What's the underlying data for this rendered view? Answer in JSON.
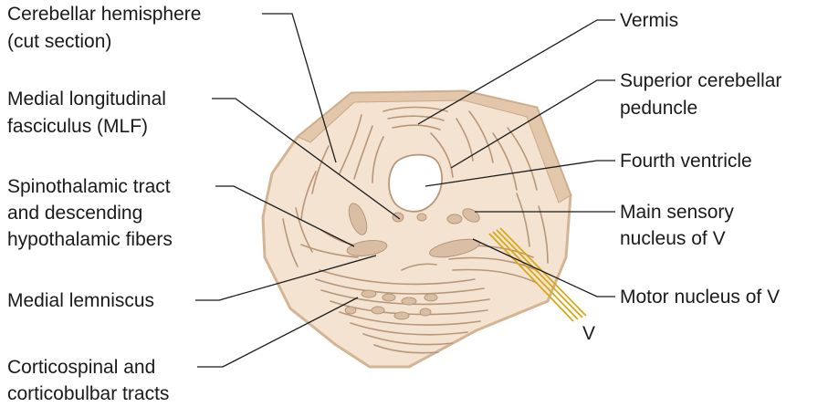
{
  "labels": {
    "cerebellar_hemisphere": [
      "Cerebellar hemisphere",
      "(cut section)"
    ],
    "mlf": [
      "Medial longitudinal",
      "fasciculus (MLF)"
    ],
    "spinothalamic": [
      "Spinothalamic tract",
      "and descending",
      "hypothalamic fibers"
    ],
    "medial_lemniscus": [
      "Medial lemniscus"
    ],
    "corticospinal": [
      "Corticospinal and",
      "corticobulbar tracts"
    ],
    "vermis": [
      "Vermis"
    ],
    "superior_peduncle": [
      "Superior cerebellar",
      "peduncle"
    ],
    "fourth_ventricle": [
      "Fourth ventricle"
    ],
    "main_sensory": [
      "Main sensory",
      "nucleus of V"
    ],
    "motor_nucleus": [
      "Motor nucleus of V"
    ],
    "nerve_v": [
      "V"
    ]
  },
  "colors": {
    "tissue": "#f3e3d0",
    "tissue_edge": "#d3b595",
    "nucleus": "#d9bea4",
    "fiber": "#b8967a",
    "nerve": "#d8a818",
    "text": "#1a1a1a"
  }
}
